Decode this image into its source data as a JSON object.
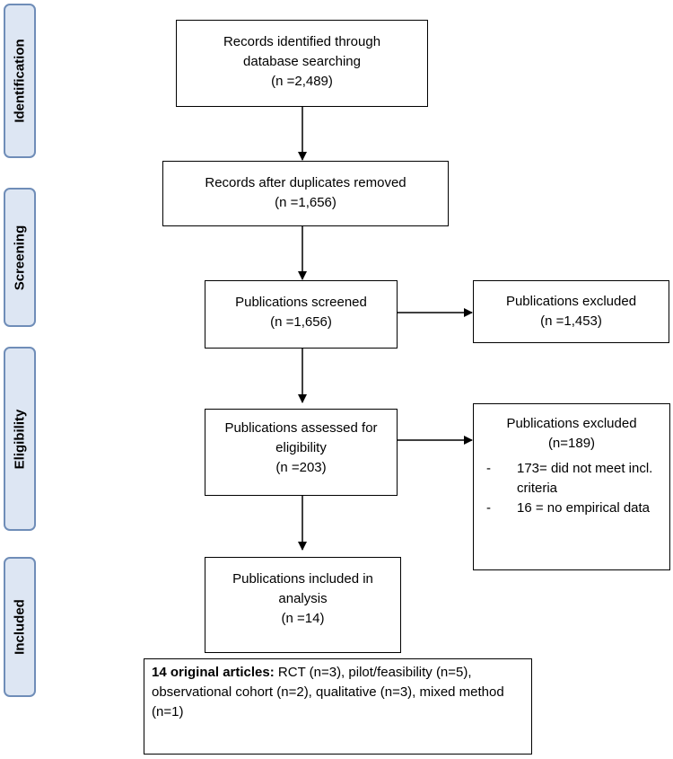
{
  "stages": [
    "Identification",
    "Screening",
    "Eligibility",
    "Included"
  ],
  "boxes": {
    "identified": [
      "Records identified through",
      "database searching",
      "(n =2,489)"
    ],
    "deduplicated": [
      "Records after duplicates removed",
      "(n =1,656)"
    ],
    "screened": [
      "Publications screened",
      "(n =1,656)"
    ],
    "excluded_screening": [
      "Publications excluded",
      "(n =1,453)"
    ],
    "assessed": [
      "Publications assessed for",
      "eligibility",
      "(n =203)"
    ],
    "excluded_eligibility": {
      "title": "Publications excluded",
      "count": "(n=189)",
      "reasons": [
        "173= did not meet incl. criteria",
        "16 = no empirical data"
      ]
    },
    "included": [
      "Publications included in",
      "analysis",
      "(n =14)"
    ]
  },
  "summary": {
    "bold": "14 original articles:",
    "text": " RCT (n=3), pilot/feasibility (n=5), observational cohort (n=2), qualitative (n=3), mixed method (n=1)"
  }
}
